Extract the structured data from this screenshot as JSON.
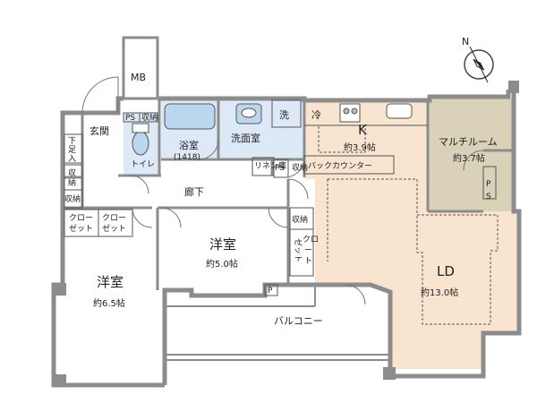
{
  "rooms": {
    "mb": "MB",
    "entrance": "玄関",
    "ps_entrance": "PS",
    "storage_small": "収納",
    "toilet": "トイレ",
    "bath": "浴室",
    "bath_size": "(1418)",
    "washroom": "洗面室",
    "wash": "洗",
    "fridge": "冷",
    "kitchen": "K",
    "kitchen_area": "約3.9帖",
    "back_counter": "バックカウンター",
    "multiroom": "マルチルーム",
    "multiroom_area": "約3.7帖",
    "ps_multi_1": "P",
    "ps_multi_2": "S",
    "shoe_1": "下",
    "shoe_2": "足",
    "shoe_3": "入",
    "storage_left_1": "収",
    "storage_left_2": "納",
    "storage_left_b": "収納",
    "corridor": "廊下",
    "linen": "リネン庫",
    "ps_mid": "PS",
    "storage_mid": "収納",
    "closet_a_1": "クロー",
    "closet_a_2": "ゼット",
    "closet_b_1": "クロー",
    "closet_b_2": "ゼット",
    "western2": "洋室",
    "western2_area": "約5.0帖",
    "storage_w2": "収納",
    "closet_v_1": "クロ",
    "closet_v_2": "ー",
    "closet_v_3": "ゼット",
    "closet_v_4": "ト",
    "western1": "洋室",
    "western1_area": "約6.5帖",
    "p_mark": "P",
    "ld": "LD",
    "ld_area": "約13.0帖",
    "balcony": "バルコニー",
    "compass_n": "N"
  },
  "colors": {
    "wall": "#8c8c8c",
    "ld_floor": "#f9e4cf",
    "kitchen_floor": "#f9e4cf",
    "multi_floor": "#d9d1b8",
    "wet_floor": "#dde9f6",
    "bath_fixture": "#bcd6ee",
    "line": "#555555"
  }
}
